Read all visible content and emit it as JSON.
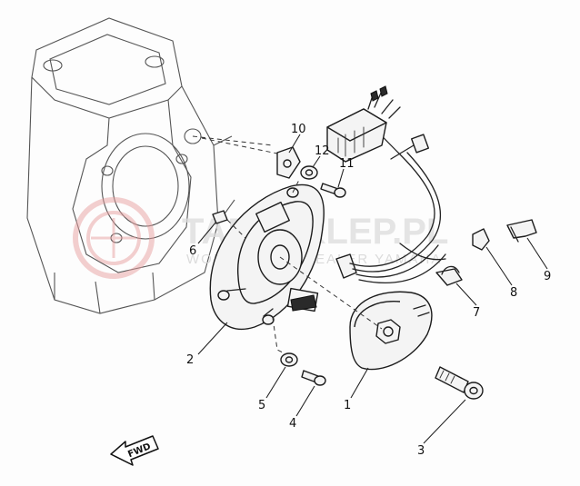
{
  "diagram": {
    "callouts": [
      {
        "id": "1",
        "label": "1"
      },
      {
        "id": "2",
        "label": "2"
      },
      {
        "id": "3",
        "label": "3"
      },
      {
        "id": "4",
        "label": "4"
      },
      {
        "id": "5",
        "label": "5"
      },
      {
        "id": "6",
        "label": "6"
      },
      {
        "id": "7",
        "label": "7"
      },
      {
        "id": "8",
        "label": "8"
      },
      {
        "id": "9",
        "label": "9"
      },
      {
        "id": "10",
        "label": "10"
      },
      {
        "id": "11",
        "label": "11"
      },
      {
        "id": "12",
        "label": "12"
      }
    ],
    "direction_marker": "FWD"
  },
  "watermark": {
    "text": "TAPASKLEP.PL",
    "subtext": "WORLD YOUR DEALER YAMAHA",
    "color": "#e8a0a0"
  }
}
